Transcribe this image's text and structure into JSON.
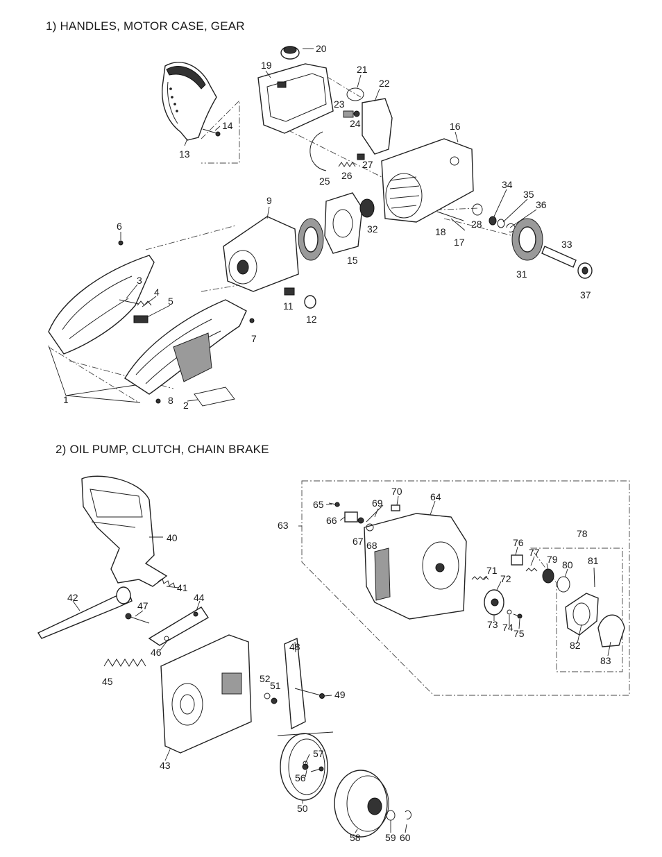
{
  "sections": [
    {
      "title": "1)  HANDLES, MOTOR CASE, GEAR"
    },
    {
      "title": "2)  OIL PUMP, CLUTCH, CHAIN BRAKE"
    }
  ],
  "part_labels": [
    {
      "id": "20",
      "text": "20"
    },
    {
      "id": "19",
      "text": "19"
    },
    {
      "id": "21",
      "text": "21"
    },
    {
      "id": "22",
      "text": "22"
    },
    {
      "id": "23",
      "text": "23"
    },
    {
      "id": "24",
      "text": "24"
    },
    {
      "id": "14",
      "text": "14"
    },
    {
      "id": "13",
      "text": "13"
    },
    {
      "id": "16",
      "text": "16"
    },
    {
      "id": "27",
      "text": "27"
    },
    {
      "id": "25",
      "text": "25"
    },
    {
      "id": "26",
      "text": "26"
    },
    {
      "id": "9",
      "text": "9"
    },
    {
      "id": "34",
      "text": "34"
    },
    {
      "id": "35",
      "text": "35"
    },
    {
      "id": "36",
      "text": "36"
    },
    {
      "id": "6",
      "text": "6"
    },
    {
      "id": "32",
      "text": "32"
    },
    {
      "id": "28",
      "text": "28"
    },
    {
      "id": "18",
      "text": "18"
    },
    {
      "id": "17",
      "text": "17"
    },
    {
      "id": "33",
      "text": "33"
    },
    {
      "id": "15",
      "text": "15"
    },
    {
      "id": "31",
      "text": "31"
    },
    {
      "id": "3",
      "text": "3"
    },
    {
      "id": "4",
      "text": "4"
    },
    {
      "id": "5",
      "text": "5"
    },
    {
      "id": "37",
      "text": "37"
    },
    {
      "id": "11",
      "text": "11"
    },
    {
      "id": "12",
      "text": "12"
    },
    {
      "id": "7",
      "text": "7"
    },
    {
      "id": "1",
      "text": "1"
    },
    {
      "id": "8",
      "text": "8"
    },
    {
      "id": "2",
      "text": "2"
    },
    {
      "id": "70",
      "text": "70"
    },
    {
      "id": "65",
      "text": "65"
    },
    {
      "id": "69",
      "text": "69"
    },
    {
      "id": "64",
      "text": "64"
    },
    {
      "id": "63",
      "text": "63"
    },
    {
      "id": "66",
      "text": "66"
    },
    {
      "id": "67",
      "text": "67"
    },
    {
      "id": "68",
      "text": "68"
    },
    {
      "id": "40",
      "text": "40"
    },
    {
      "id": "78",
      "text": "78"
    },
    {
      "id": "76",
      "text": "76"
    },
    {
      "id": "77",
      "text": "77"
    },
    {
      "id": "81",
      "text": "81"
    },
    {
      "id": "79",
      "text": "79"
    },
    {
      "id": "80",
      "text": "80"
    },
    {
      "id": "71",
      "text": "71"
    },
    {
      "id": "72",
      "text": "72"
    },
    {
      "id": "41",
      "text": "41"
    },
    {
      "id": "42",
      "text": "42"
    },
    {
      "id": "44",
      "text": "44"
    },
    {
      "id": "47",
      "text": "47"
    },
    {
      "id": "73",
      "text": "73"
    },
    {
      "id": "74",
      "text": "74"
    },
    {
      "id": "75",
      "text": "75"
    },
    {
      "id": "82",
      "text": "82"
    },
    {
      "id": "46",
      "text": "46"
    },
    {
      "id": "48",
      "text": "48"
    },
    {
      "id": "83",
      "text": "83"
    },
    {
      "id": "45",
      "text": "45"
    },
    {
      "id": "52",
      "text": "52"
    },
    {
      "id": "51",
      "text": "51"
    },
    {
      "id": "49",
      "text": "49"
    },
    {
      "id": "57",
      "text": "57"
    },
    {
      "id": "43",
      "text": "43"
    },
    {
      "id": "56",
      "text": "56"
    },
    {
      "id": "50",
      "text": "50"
    },
    {
      "id": "58",
      "text": "58"
    },
    {
      "id": "59",
      "text": "59"
    },
    {
      "id": "60",
      "text": "60"
    }
  ]
}
